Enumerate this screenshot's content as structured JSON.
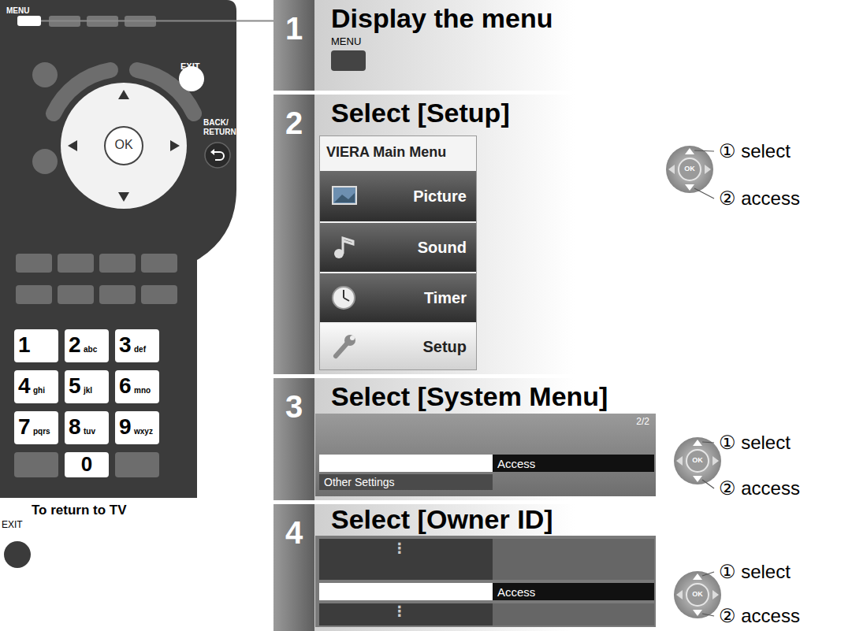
{
  "diagram": {
    "nodes": [
      {
        "text": [
          "MENU"
        ]
      },
      {
        "text": [
          "1"
        ]
      },
      {
        "text": [
          "2"
        ]
      },
      {
        "text": [
          "3"
        ]
      },
      {
        "text": [
          "4"
        ]
      },
      {
        "text": [
          "VIERA Main Menu"
        ]
      },
      {
        "text": [
          "Picture"
        ],
        "in": 5
      },
      {
        "text": [
          "Sound"
        ],
        "in": 5
      },
      {
        "text": [
          "Timer"
        ],
        "in": 5
      },
      {
        "text": [
          "Setup"
        ],
        "in": 5
      },
      {
        "text": [
          "2/2"
        ]
      },
      {
        "text": [
          "Access"
        ],
        "in": 10
      },
      {
        "text": [
          "Other Settings"
        ],
        "in": 10
      },
      {
        "text": [
          "Access"
        ]
      }
    ],
    "edges": [
      {
        "from": 0,
        "to": 1,
        "arrow": "none"
      }
    ],
    "labels": [
      "EXIT",
      "OK",
      "BACK/ RETURN",
      "1",
      "2",
      "abc",
      "3",
      "def",
      "4",
      "ghi",
      "5",
      "jkl",
      "6",
      "mno",
      "7",
      "pqrs",
      "8",
      "tuv",
      "9",
      "wxyz",
      "0",
      "To return to TV",
      "EXIT",
      "Display the menu",
      "MENU",
      "Select [Setup]",
      "OK",
      "① select",
      "② access",
      "Select [System Menu]",
      "OK",
      "① select",
      "② access",
      "Select [Owner ID]",
      "⋮",
      "⋮",
      "OK",
      "① select",
      "② access"
    ]
  }
}
